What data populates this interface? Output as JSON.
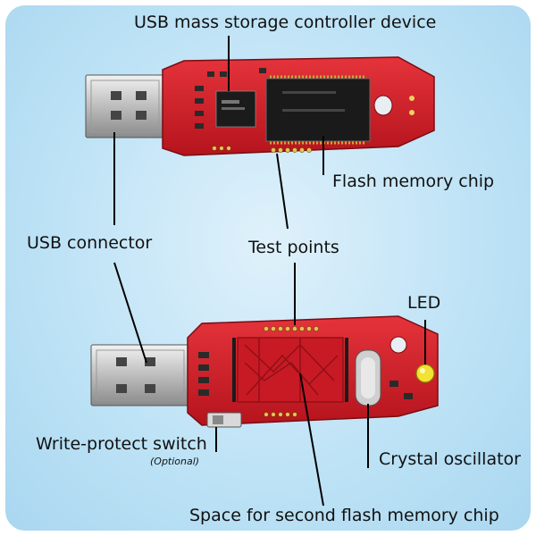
{
  "labels": {
    "controller": "USB mass storage controller device",
    "flash": "Flash memory chip",
    "usb_connector": "USB connector",
    "test_points": "Test points",
    "led": "LED",
    "write_protect": "Write-protect switch",
    "optional": "(Optional)",
    "crystal": "Crystal oscillator",
    "second_flash": "Space for second flash memory chip"
  },
  "colors": {
    "background": "#bfe3f6",
    "pcb": "#d8202a",
    "pcb_dark": "#8e1016",
    "chip": "#1c1c1c",
    "metal": "#c8c8c8",
    "led": "#f2e234",
    "leader": "#000000"
  }
}
